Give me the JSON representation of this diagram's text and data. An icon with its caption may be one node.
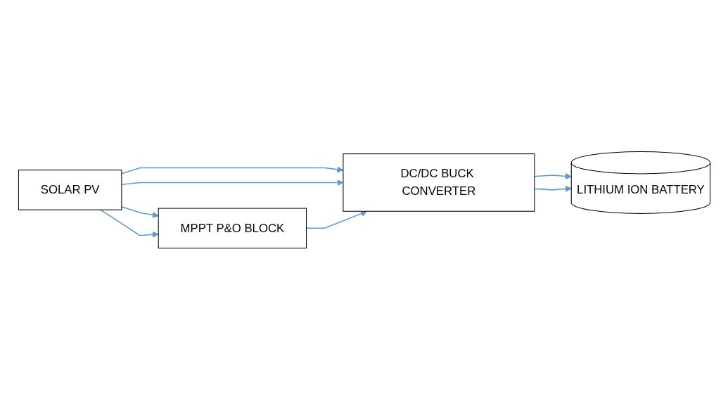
{
  "diagram": {
    "nodes": [
      {
        "text": [
          "SOLAR PV"
        ]
      },
      {
        "text": [
          "DC/DC BUCK CONVERTER"
        ]
      },
      {
        "text": [
          "LITHIUM ION BATTERY"
        ]
      },
      {
        "text": [
          "MPPT P&O BLOCK"
        ]
      }
    ],
    "edges": [
      {
        "from": 0,
        "to": 1,
        "arrow": "to"
      },
      {
        "from": 0,
        "to": 1,
        "arrow": "to"
      },
      {
        "from": 1,
        "to": 2,
        "arrow": "to"
      },
      {
        "from": 1,
        "to": 2,
        "arrow": "to"
      },
      {
        "from": 0,
        "to": 3,
        "arrow": "to"
      },
      {
        "from": 0,
        "to": 3,
        "arrow": "to"
      },
      {
        "from": 3,
        "to": 1,
        "arrow": "to"
      }
    ]
  }
}
